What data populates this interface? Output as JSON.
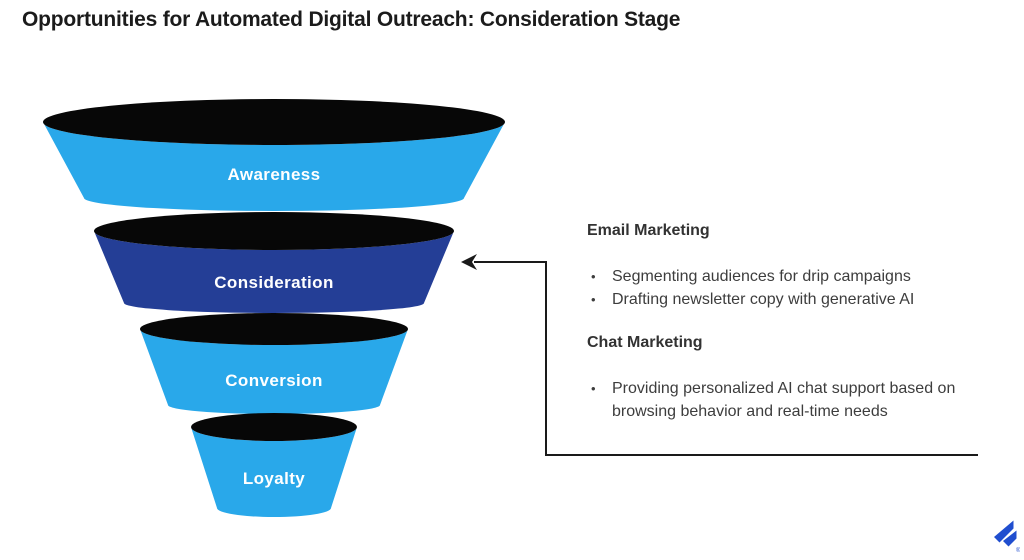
{
  "title": "Opportunities for Automated Digital Outreach: Consideration Stage",
  "colors": {
    "stage_light_blue": "#29A8EA",
    "stage_dark_blue": "#243E96",
    "funnel_top_black": "#070707",
    "arrow_black": "#1a1a1a",
    "logo_blue": "#204ECF",
    "text_gray": "#3d3d3d"
  },
  "funnel": {
    "stages": [
      {
        "label": "Awareness",
        "color": "#29A8EA",
        "highlighted": false
      },
      {
        "label": "Consideration",
        "color": "#243E96",
        "highlighted": true
      },
      {
        "label": "Conversion",
        "color": "#29A8EA",
        "highlighted": false
      },
      {
        "label": "Loyalty",
        "color": "#29A8EA",
        "highlighted": false
      }
    ]
  },
  "annotations": {
    "sections": [
      {
        "heading": "Email Marketing",
        "bullets": [
          "Segmenting audiences for drip campaigns",
          "Drafting newsletter copy with generative AI"
        ]
      },
      {
        "heading": "Chat Marketing",
        "bullets": [
          "Providing personalized AI chat support based on browsing behavior and real-time needs"
        ]
      }
    ]
  },
  "logo": {
    "registered_mark": "®"
  }
}
